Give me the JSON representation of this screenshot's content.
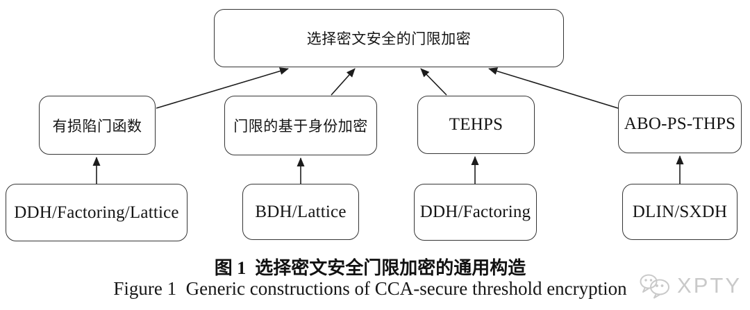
{
  "figure": {
    "top_node": {
      "label": "选择密文安全的门限加密"
    },
    "middle_nodes": [
      {
        "label": "有损陷门函数"
      },
      {
        "label": "门限的基于身份加密"
      },
      {
        "label": "TEHPS"
      },
      {
        "label": "ABO-PS-THPS"
      }
    ],
    "bottom_nodes": [
      {
        "label": "DDH/Factoring/Lattice"
      },
      {
        "label": "BDH/Lattice"
      },
      {
        "label": "DDH/Factoring"
      },
      {
        "label": "DLIN/SXDH"
      }
    ],
    "edges": [
      {
        "from": "DDH/Factoring/Lattice",
        "to": "有损陷门函数"
      },
      {
        "from": "BDH/Lattice",
        "to": "门限的基于身份加密"
      },
      {
        "from": "DDH/Factoring",
        "to": "TEHPS"
      },
      {
        "from": "DLIN/SXDH",
        "to": "ABO-PS-THPS"
      },
      {
        "from": "有损陷门函数",
        "to": "选择密文安全的门限加密"
      },
      {
        "from": "门限的基于身份加密",
        "to": "选择密文安全的门限加密"
      },
      {
        "from": "TEHPS",
        "to": "选择密文安全的门限加密"
      },
      {
        "from": "ABO-PS-THPS",
        "to": "选择密文安全的门限加密"
      }
    ]
  },
  "captions": {
    "chinese": "图 1  选择密文安全门限加密的通用构造",
    "english": "Figure 1  Generic constructions of CCA-secure threshold encryption"
  },
  "watermark": {
    "icon": "wechat-icon",
    "text": "XPTY",
    "color": "#c7c7c7"
  },
  "colors": {
    "background": "#ffffff",
    "box_border": "#343434",
    "arrow": "#1c1c1c",
    "text": "#141414"
  }
}
